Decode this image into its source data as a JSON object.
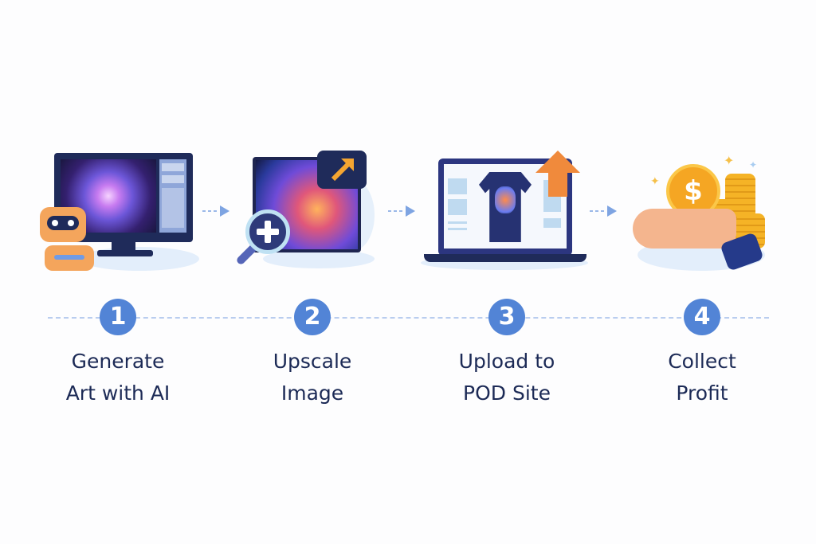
{
  "diagram": {
    "type": "process-flow",
    "steps": [
      {
        "number": "1",
        "label_line1": "Generate",
        "label_line2": "Art with AI",
        "illustration": "robot-with-monitor-ai-art"
      },
      {
        "number": "2",
        "label_line1": "Upscale",
        "label_line2": "Image",
        "illustration": "tiger-image-with-magnifier-upscale"
      },
      {
        "number": "3",
        "label_line1": "Upload to",
        "label_line2": "POD Site",
        "illustration": "laptop-tshirt-upload-arrow"
      },
      {
        "number": "4",
        "label_line1": "Collect",
        "label_line2": "Profit",
        "illustration": "hand-with-gold-coins"
      }
    ],
    "colors": {
      "badge": "#5284d6",
      "label_text": "#1c2a56",
      "timeline": "#b9cdef",
      "arrow": "#7ea4e2",
      "device_dark": "#1f2b5a",
      "upload_arrow": "#f08a3c",
      "coin": "#f5b326"
    }
  }
}
